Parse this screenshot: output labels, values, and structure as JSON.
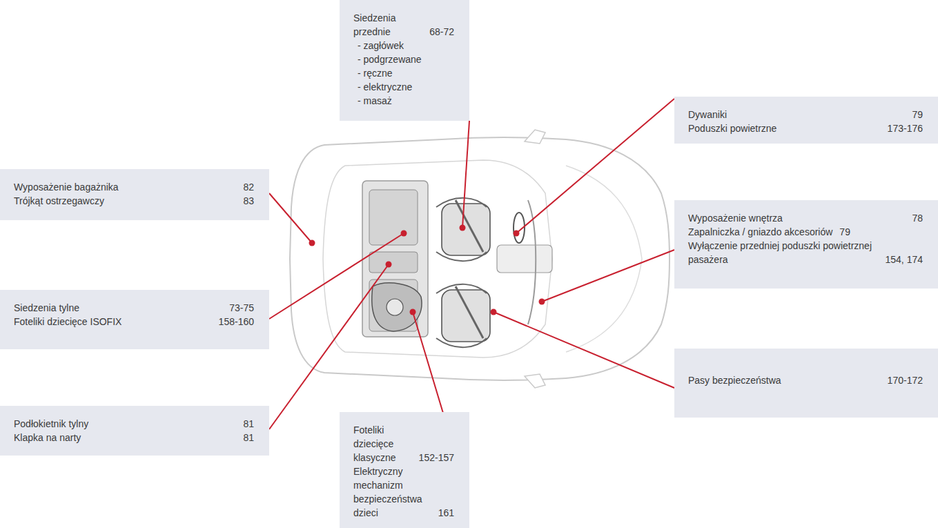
{
  "diagram": {
    "nodes": [
      {
        "text": [
          "Siedzenia przednie",
          "68-72",
          "- zagłówek",
          "- podgrzewane",
          "- ręczne",
          "- elektryczne",
          "- masaż"
        ]
      },
      {
        "text": [
          "Dywaniki",
          "79",
          "Poduszki powietrzne",
          "173-176"
        ]
      },
      {
        "text": [
          "Wyposażenie bagażnika",
          "82",
          "Trójkąt ostrzegawczy",
          "83"
        ]
      },
      {
        "text": [
          "Wyposażenie wnętrza",
          "78",
          "Zapalniczka / gniazdo akcesoriów",
          "79",
          "Wyłączenie przedniej poduszki powietrznej pasażera",
          "154, 174"
        ]
      },
      {
        "text": [
          "Siedzenia tylne",
          "73-75",
          "Foteliki dziecięce ISOFIX",
          "158-160"
        ]
      },
      {
        "text": [
          "Pasy bezpieczeństwa",
          "170-172"
        ]
      },
      {
        "text": [
          "Podłokietnik tylny",
          "81",
          "Klapka na narty",
          "81"
        ]
      },
      {
        "text": [
          "Foteliki dziecięce klasyczne",
          "152-157",
          "Elektryczny mechanizm bezpieczeństwa dzieci",
          "161"
        ]
      }
    ]
  }
}
